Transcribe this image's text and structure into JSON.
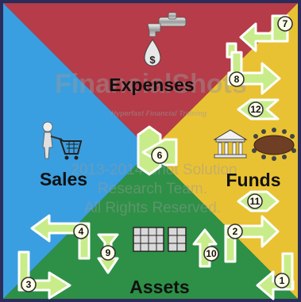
{
  "quadrants": {
    "expenses": {
      "label": "Expenses",
      "color": "#b53c48"
    },
    "funds": {
      "label": "Funds",
      "color": "#e9c234"
    },
    "assets": {
      "label": "Assets",
      "color": "#2d9046"
    },
    "sales": {
      "label": "Sales",
      "color": "#3a9fe0"
    }
  },
  "frame_color": "#2c2c5a",
  "watermark": {
    "title": "FinancialShots",
    "subtitle": "Hyperfast Financial Training",
    "line1": "2013-2014 Shot Solution",
    "line2": "Research Team.",
    "line3": "All Rights Reserved."
  },
  "flow_steps": [
    "1",
    "2",
    "3",
    "4",
    "6",
    "7",
    "8",
    "9",
    "10",
    "11",
    "12"
  ],
  "icons": [
    "faucet-icon",
    "dollar-drop-icon",
    "shopping-cart-person-icon",
    "bank-icon",
    "meeting-table-icon",
    "building-icon"
  ]
}
